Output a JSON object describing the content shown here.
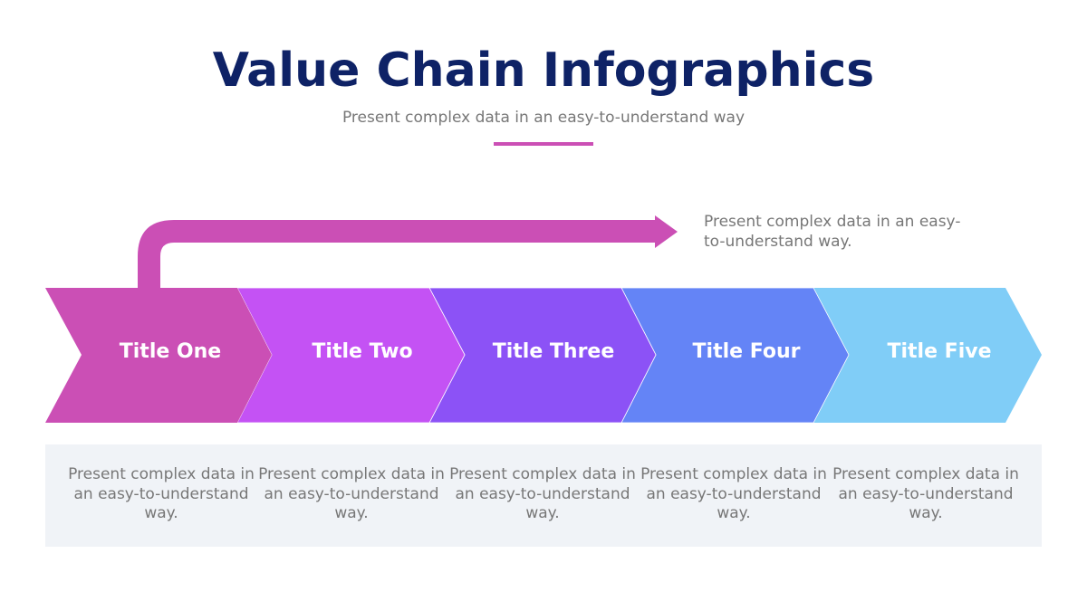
{
  "header": {
    "title": "Value Chain Infographics",
    "subtitle": "Present complex data in an easy-to-understand way",
    "accent_color": "#CB4FB5"
  },
  "feedback_arrow": {
    "color": "#CB4FB5",
    "note": "Present complex data in an easy-to-understand way."
  },
  "steps": [
    {
      "title": "Title One",
      "color": "#CB4FB5",
      "description": "Present complex data in an easy-to-understand way."
    },
    {
      "title": "Title Two",
      "color": "#C452F4",
      "description": "Present complex data in an easy-to-understand way."
    },
    {
      "title": "Title Three",
      "color": "#8C52F6",
      "description": "Present complex data in an easy-to-understand way."
    },
    {
      "title": "Title Four",
      "color": "#6484F6",
      "description": "Present complex data in an easy-to-understand way."
    },
    {
      "title": "Title Five",
      "color": "#80CDF7",
      "description": "Present complex data in an easy-to-understand way."
    }
  ],
  "colors": {
    "title_text": "#0E2266",
    "body_text": "#777777",
    "description_panel": "#F0F3F7"
  }
}
